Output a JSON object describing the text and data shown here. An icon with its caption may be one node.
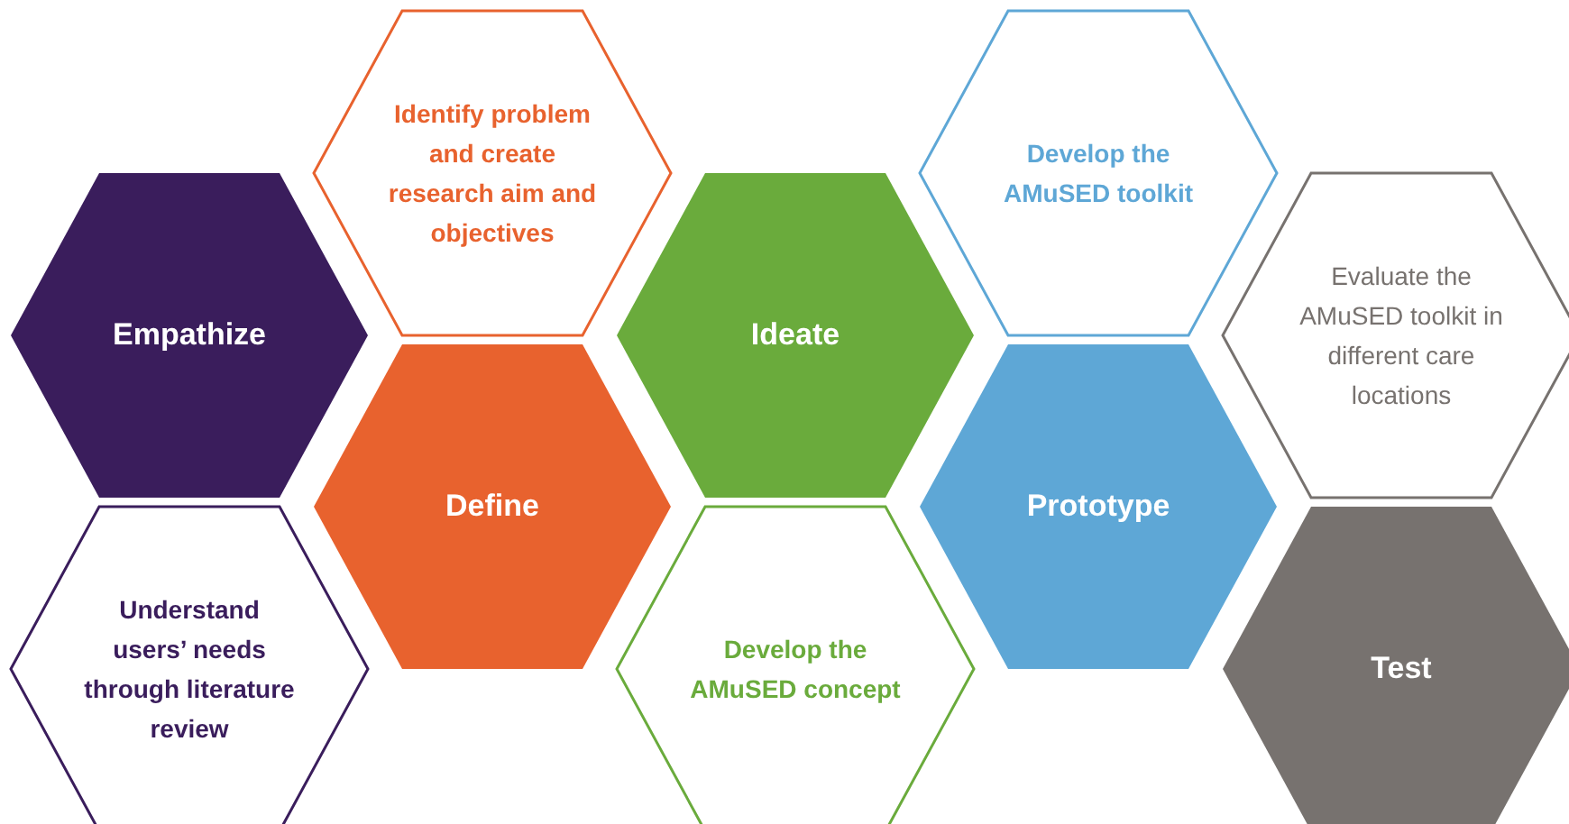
{
  "diagram": {
    "nodes": [
      {
        "text": [
          "Empathize"
        ]
      },
      {
        "text": [
          "Understand users’ needs through literature review"
        ]
      },
      {
        "text": [
          "Identify problem and create research aim and objectives"
        ]
      },
      {
        "text": [
          "Define"
        ]
      },
      {
        "text": [
          "Ideate"
        ]
      },
      {
        "text": [
          "Develop the AMuSED concept"
        ]
      },
      {
        "text": [
          "Develop the AMuSED toolkit"
        ]
      },
      {
        "text": [
          "Prototype"
        ]
      },
      {
        "text": [
          "Evaluate the AMuSED toolkit in different care locations"
        ]
      },
      {
        "text": [
          "Test"
        ]
      }
    ]
  }
}
